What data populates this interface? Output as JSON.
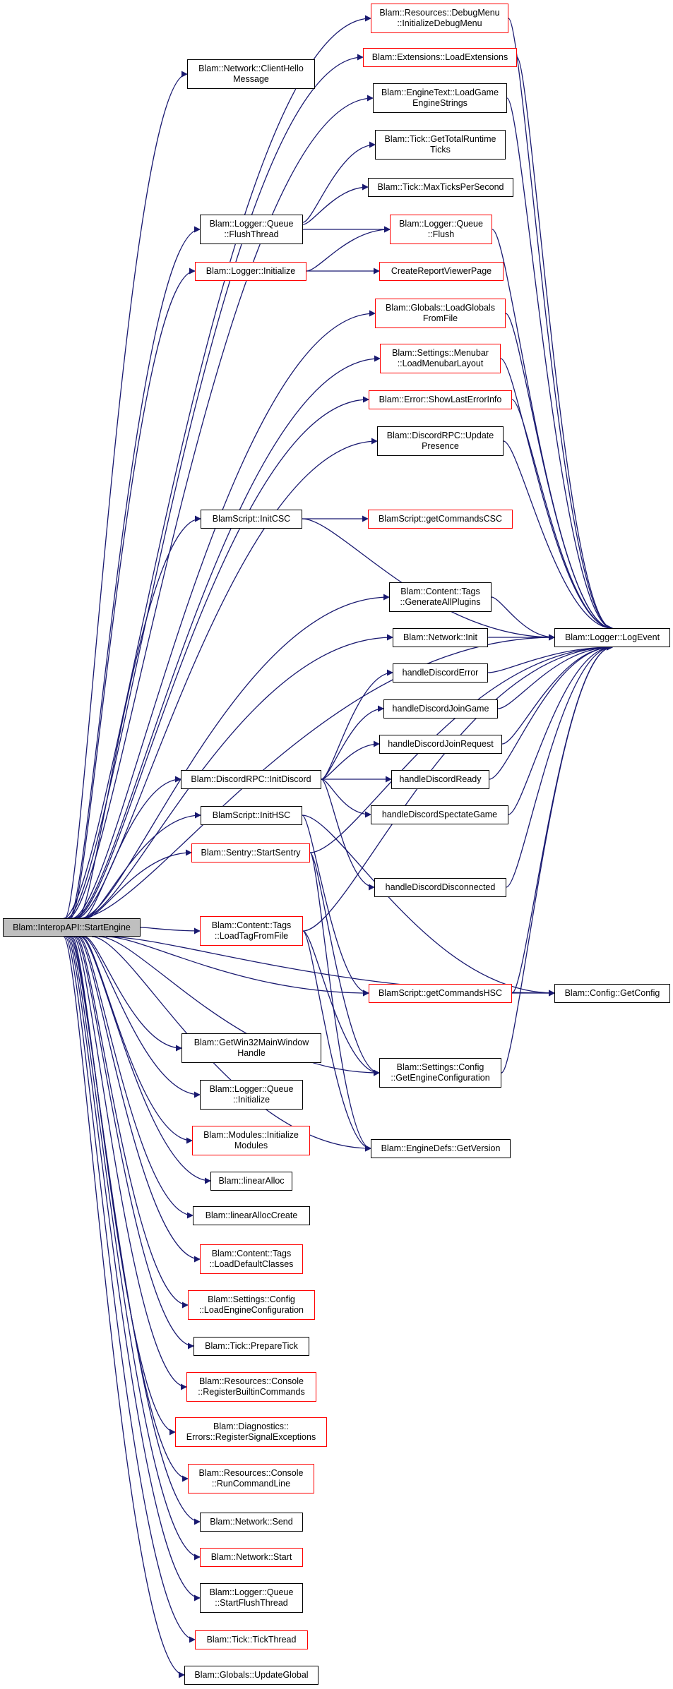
{
  "colors": {
    "edge": "#191970",
    "normal_border": "#000000",
    "red_border": "#ff0000",
    "root_fill": "#bfbfbf"
  },
  "nodes": {
    "root": "Blam::InteropAPI::StartEngine",
    "debugmenu": "Blam::Resources::DebugMenu\n::InitializeDebugMenu",
    "clienthello": "Blam::Network::ClientHello\nMessage",
    "loadext": "Blam::Extensions::LoadExtensions",
    "loadgamestrings": "Blam::EngineText::LoadGame\nEngineStrings",
    "totalruntime": "Blam::Tick::GetTotalRuntime\nTicks",
    "maxticks": "Blam::Tick::MaxTicksPerSecond",
    "flushthread": "Blam::Logger::Queue\n::FlushThread",
    "flush": "Blam::Logger::Queue\n::Flush",
    "loggerinit": "Blam::Logger::Initialize",
    "reportviewer": "CreateReportViewerPage",
    "loadglobals": "Blam::Globals::LoadGlobals\nFromFile",
    "menubar": "Blam::Settings::Menubar\n::LoadMenubarLayout",
    "showerror": "Blam::Error::ShowLastErrorInfo",
    "updatepresence": "Blam::DiscordRPC::Update\nPresence",
    "initcsc": "BlamScript::InitCSC",
    "getcmdcsc": "BlamScript::getCommandsCSC",
    "genplugins": "Blam::Content::Tags\n::GenerateAllPlugins",
    "netinit": "Blam::Network::Init",
    "logevent": "Blam::Logger::LogEvent",
    "discorderror": "handleDiscordError",
    "discordjoingame": "handleDiscordJoinGame",
    "discordjoinreq": "handleDiscordJoinRequest",
    "discordinit": "Blam::DiscordRPC::InitDiscord",
    "discordready": "handleDiscordReady",
    "spectate": "handleDiscordSpectateGame",
    "inithsc": "BlamScript::InitHSC",
    "sentry": "Blam::Sentry::StartSentry",
    "disconnected": "handleDiscordDisconnected",
    "loadtag": "Blam::Content::Tags\n::LoadTagFromFile",
    "getcmdhsc": "BlamScript::getCommandsHSC",
    "getconfig": "Blam::Config::GetConfig",
    "win32handle": "Blam::GetWin32MainWindow\nHandle",
    "getengineconfig": "Blam::Settings::Config\n::GetEngineConfiguration",
    "queueinit": "Blam::Logger::Queue\n::Initialize",
    "modulesinit": "Blam::Modules::Initialize\nModules",
    "getversion": "Blam::EngineDefs::GetVersion",
    "linearalloc": "Blam::linearAlloc",
    "linearalloccreate": "Blam::linearAllocCreate",
    "loaddefault": "Blam::Content::Tags\n::LoadDefaultClasses",
    "loadengineconfig": "Blam::Settings::Config\n::LoadEngineConfiguration",
    "preparetick": "Blam::Tick::PrepareTick",
    "registerbuiltin": "Blam::Resources::Console\n::RegisterBuiltinCommands",
    "registersignal": "Blam::Diagnostics::\nErrors::RegisterSignalExceptions",
    "runcmdline": "Blam::Resources::Console\n::RunCommandLine",
    "netsend": "Blam::Network::Send",
    "netstart": "Blam::Network::Start",
    "startflush": "Blam::Logger::Queue\n::StartFlushThread",
    "tickthread": "Blam::Tick::TickThread",
    "updateglobal": "Blam::Globals::UpdateGlobal"
  }
}
